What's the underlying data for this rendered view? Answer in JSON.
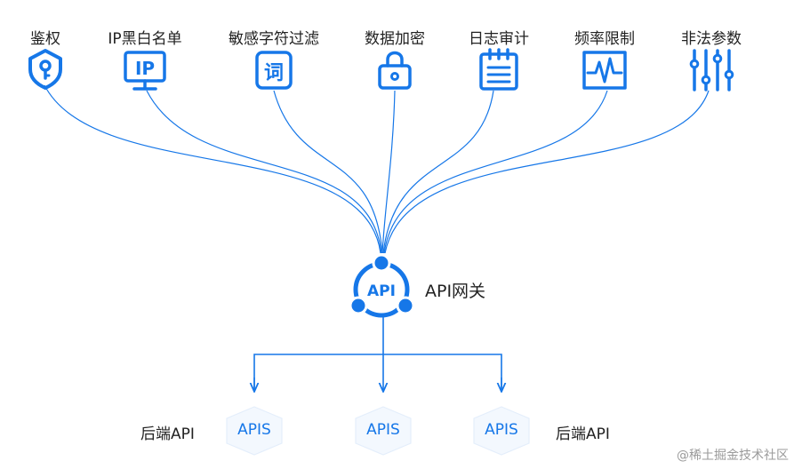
{
  "features": [
    {
      "label": "鉴权",
      "icon": "shield-key-icon"
    },
    {
      "label": "IP黑白名单",
      "icon": "ip-monitor-icon"
    },
    {
      "label": "敏感字符过滤",
      "icon": "word-icon"
    },
    {
      "label": "数据加密",
      "icon": "lock-icon"
    },
    {
      "label": "日志审计",
      "icon": "notepad-icon"
    },
    {
      "label": "频率限制",
      "icon": "waveform-icon"
    },
    {
      "label": "非法参数",
      "icon": "sliders-icon"
    }
  ],
  "gateway": {
    "label": "API网关",
    "logo_text": "API"
  },
  "apis": [
    {
      "label": "APIS"
    },
    {
      "label": "APIS"
    },
    {
      "label": "APIS"
    }
  ],
  "backend": {
    "left_label": "后端API",
    "right_label": "后端API"
  },
  "watermark": "@稀土掘金技术社区",
  "colors": {
    "accent": "#1677e8",
    "text": "#222222"
  }
}
